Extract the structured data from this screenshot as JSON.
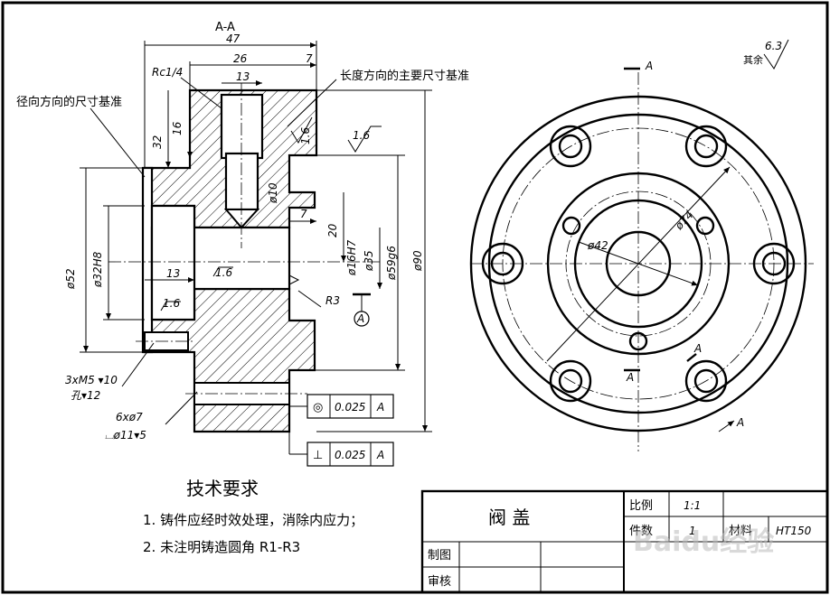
{
  "section_label": "A-A",
  "dimensions": {
    "overall_length": "47",
    "flange_length": "26",
    "hole_dia_13": "13",
    "step_7": "7",
    "rc": "Rc1/4",
    "d16": "16",
    "d32": "32",
    "d52": "ø52",
    "d32h8": "ø32H8",
    "d10": "ø10",
    "d7": "7",
    "d20": "20",
    "d16h7": "ø16H7",
    "d35": "ø35",
    "d59g6": "ø59g6",
    "d90": "ø90",
    "r3": "R3",
    "d13_bottom": "13",
    "screws": "3xM5 ▾10",
    "screws_hole": "孔▾12",
    "holes6": "6xø7",
    "counterbore": "⌴ø11▾5",
    "d74": "ø74",
    "d42": "ø42"
  },
  "roughness": {
    "r16_a": "1.6",
    "r16_b": "1.6",
    "r16_c": "1.6",
    "r16_d": "1.6",
    "rest": "6.3",
    "rest_label": "其余"
  },
  "tolerances": {
    "concentricity": {
      "symbol": "◎",
      "value": "0.025",
      "datum": "A"
    },
    "perpendicularity": {
      "symbol": "⊥",
      "value": "0.025",
      "datum": "A"
    }
  },
  "datum_label": "A",
  "view_marks": [
    "A",
    "A",
    "A",
    "A"
  ],
  "annotations": {
    "radial_base": "径向方向的尺寸基准",
    "length_base": "长度方向的主要尺寸基准"
  },
  "tech_requirements": {
    "title": "技术要求",
    "items": [
      "1. 铸件应经时效处理，消除内应力；",
      "2. 未注明铸造圆角 R1-R3"
    ]
  },
  "title_block": {
    "part_name": "阀 盖",
    "scale_label": "比例",
    "scale_value": "1:1",
    "qty_label": "件数",
    "qty_value": "1",
    "material_label": "材料",
    "material_value": "HT150",
    "drawn_label": "制图",
    "checked_label": "审核"
  },
  "watermark": "Baidu经验"
}
